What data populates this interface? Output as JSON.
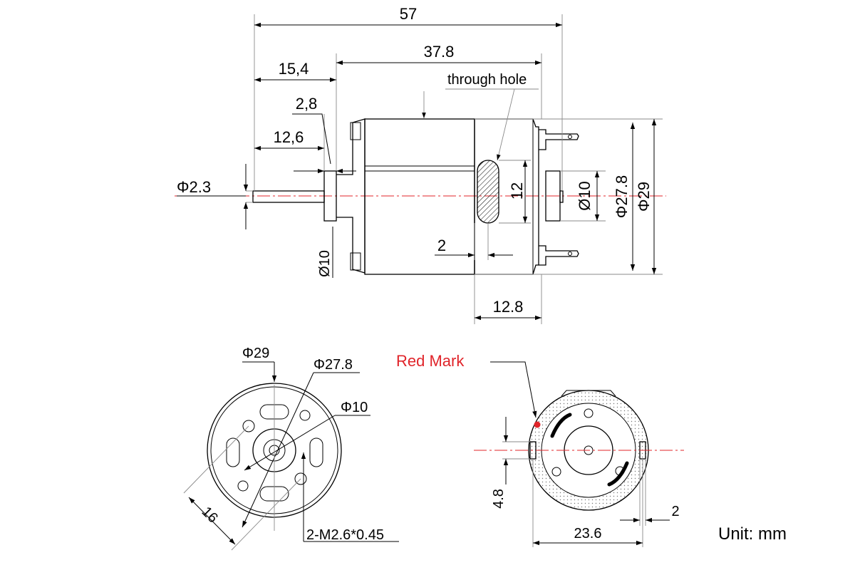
{
  "dimensions": {
    "overall_length": "57",
    "body_length": "37.8",
    "shaft_length": "15,4",
    "flange_thickness": "2,8",
    "shaft_exposed": "12,6",
    "shaft_diameter": "Φ2.3",
    "boss_diameter_side": "Ø10",
    "hole_height": "12",
    "hole_offset": "2",
    "end_cap_length": "12.8",
    "rear_boss_diameter": "Ø10",
    "body_inner_diameter": "Φ27.8",
    "body_outer_diameter": "Φ29"
  },
  "callouts": {
    "through_hole": "through hole"
  },
  "front_view": {
    "outer_diameter": "Φ29",
    "inner_diameter": "Φ27.8",
    "boss_diameter": "Φ10",
    "hole_spacing": "16",
    "mount_holes": "2-M2.6*0.45"
  },
  "rear_view": {
    "red_mark_label": "Red Mark",
    "terminal_height": "4.8",
    "terminal_width": "2",
    "terminal_spacing": "23.6"
  },
  "unit_label": "Unit: mm",
  "colors": {
    "line": "#000000",
    "centerline": "#e0242a",
    "red_mark": "#e0242a",
    "extension": "#8a8a8a",
    "hatch": "#000000"
  }
}
